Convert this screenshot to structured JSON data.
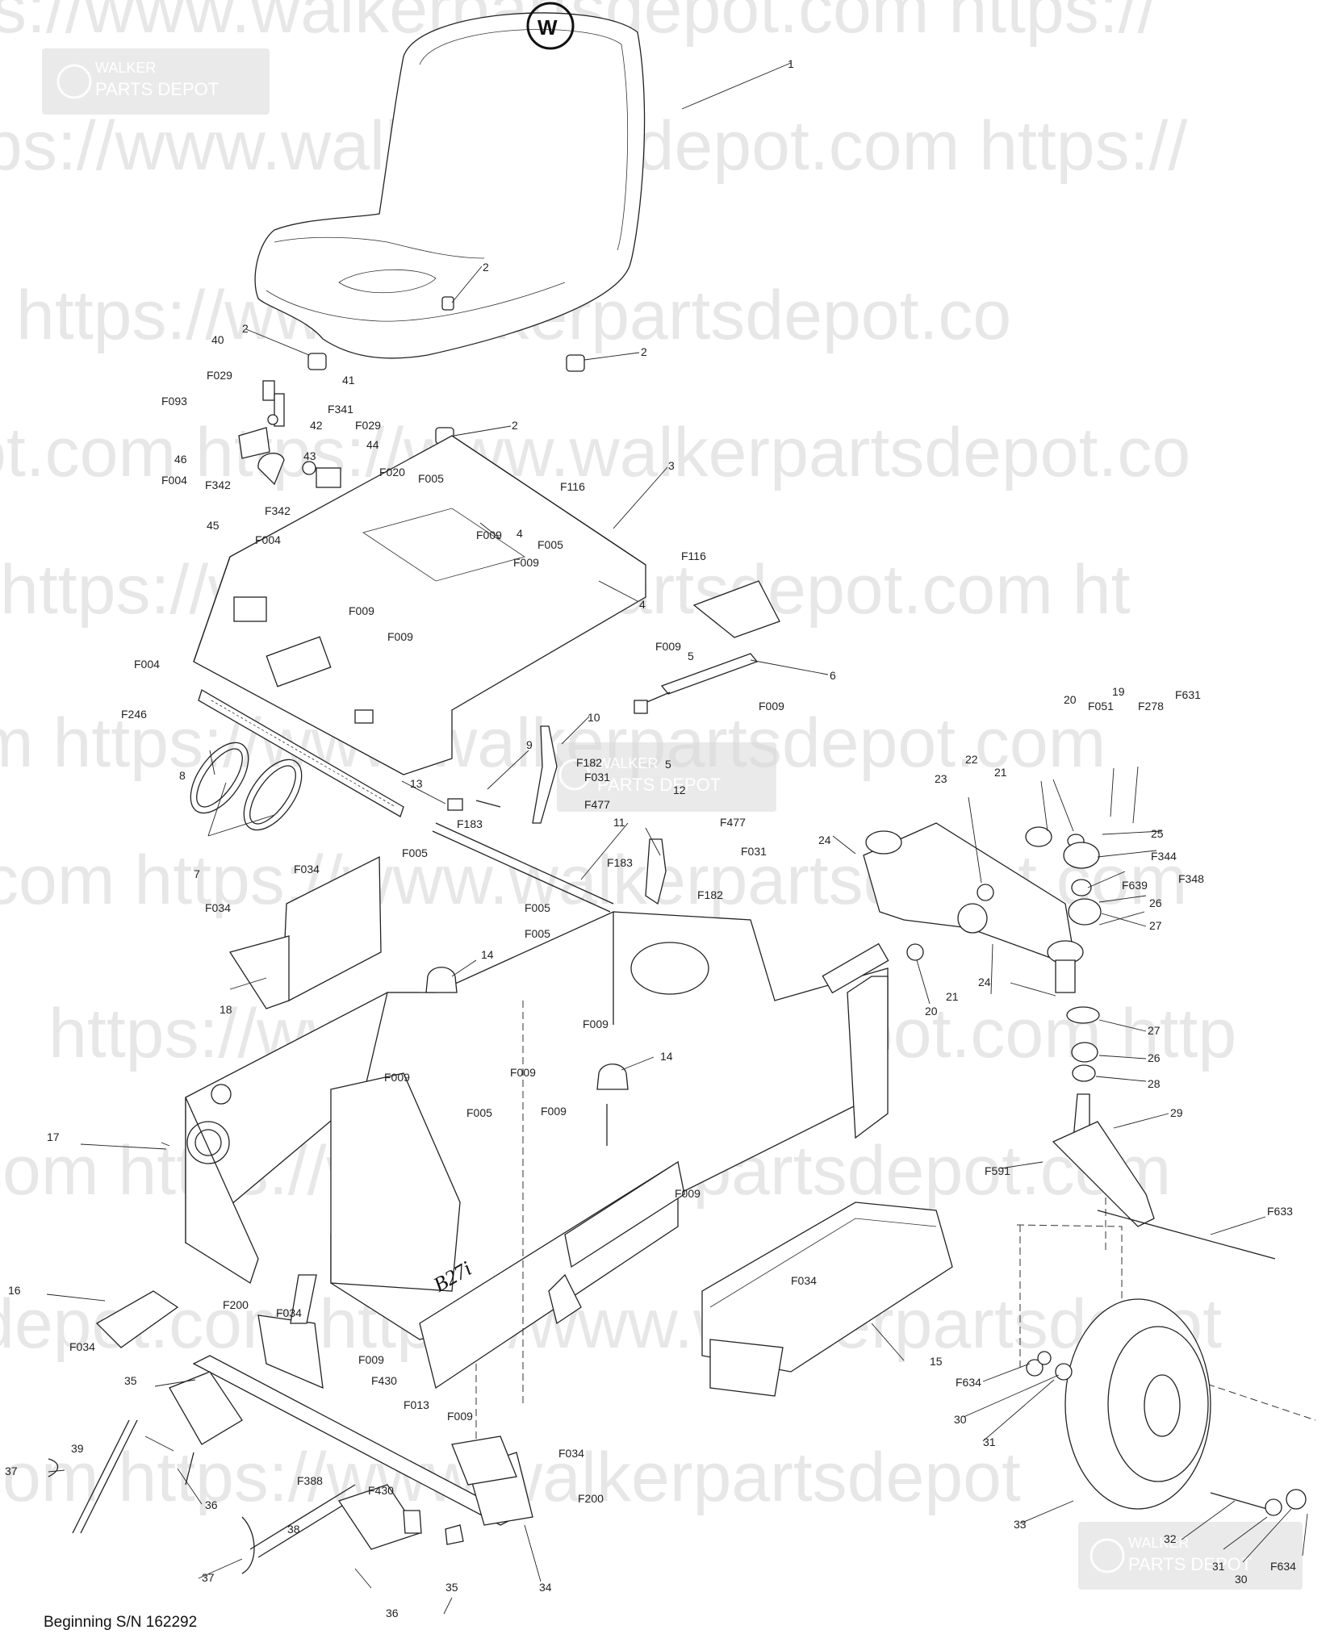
{
  "footer_note": "Beginning S/N 162292",
  "watermark": {
    "lines": [
      "s://www.walkerpartsdepot.com  https://",
      "ps://www.walkerpartsdepot.com  https://",
      "https://www.walkerpartsdepot.co",
      "ot.com  https://www.walkerpartsdepot.co",
      "https://www.walkerpartsdepot.com  ht",
      "m  https://www.walkerpartsdepot.com",
      "com  https://www.walkerpartsdepot.com",
      "https://www.walkerpartsdepot.com  http",
      "com  https://www.walkerpartsdepot.com",
      "depot.com  https://www.walkerpartsdepot",
      "com  https://www.walkerpartsdepot"
    ],
    "badge_brand": "WALKER",
    "badge_sub": "PARTS DEPOT"
  },
  "model_decal": "B27i",
  "labels": {
    "p1": "1",
    "p2": "2",
    "p3": "3",
    "p4": "4",
    "p5": "5",
    "p6": "6",
    "p7": "7",
    "p8": "8",
    "p9": "9",
    "p10": "10",
    "p11": "11",
    "p12": "12",
    "p13": "13",
    "p14": "14",
    "p15": "15",
    "p16": "16",
    "p17": "17",
    "p18": "18",
    "p19": "19",
    "p20": "20",
    "p21": "21",
    "p22": "22",
    "p23": "23",
    "p24": "24",
    "p25": "25",
    "p26": "26",
    "p27": "27",
    "p28": "28",
    "p29": "29",
    "p30": "30",
    "p31": "31",
    "p32": "32",
    "p33": "33",
    "p34": "34",
    "p35": "35",
    "p36": "36",
    "p37": "37",
    "p38": "38",
    "p39": "39",
    "p40": "40",
    "p41": "41",
    "p42": "42",
    "p43": "43",
    "p44": "44",
    "p45": "45",
    "p46": "46",
    "F004": "F004",
    "F005": "F005",
    "F009": "F009",
    "F013": "F013",
    "F020": "F020",
    "F029": "F029",
    "F031": "F031",
    "F034": "F034",
    "F051": "F051",
    "F093": "F093",
    "F116": "F116",
    "F182": "F182",
    "F183": "F183",
    "F200": "F200",
    "F246": "F246",
    "F278": "F278",
    "F341": "F341",
    "F342": "F342",
    "F344": "F344",
    "F348": "F348",
    "F388": "F388",
    "F430": "F430",
    "F477": "F477",
    "F591": "F591",
    "F631": "F631",
    "F633": "F633",
    "F634": "F634",
    "F639": "F639"
  }
}
